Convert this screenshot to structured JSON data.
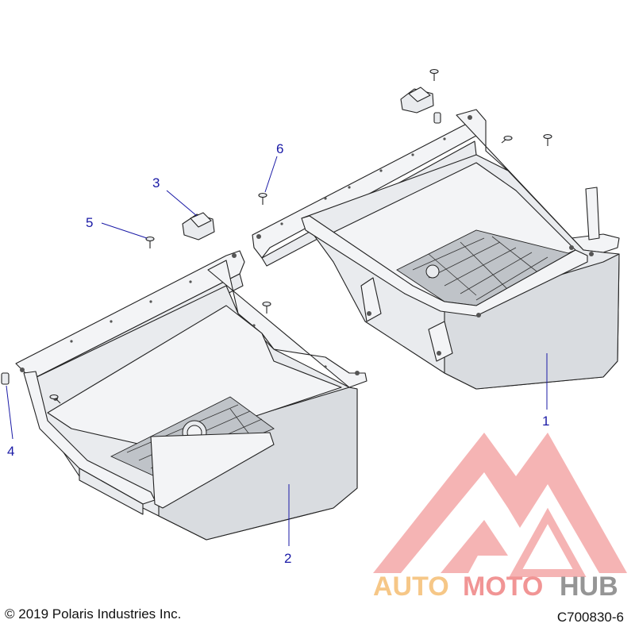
{
  "callouts": [
    {
      "id": "1",
      "label": "1"
    },
    {
      "id": "2",
      "label": "2"
    },
    {
      "id": "3",
      "label": "3"
    },
    {
      "id": "4",
      "label": "4"
    },
    {
      "id": "5",
      "label": "5"
    },
    {
      "id": "6",
      "label": "6"
    }
  ],
  "footer": {
    "copyright": "© 2019 Polaris Industries Inc.",
    "drawing_code": "C700830-6"
  },
  "watermark": {
    "text_part1": "AUTO",
    "text_part2": "MOTO",
    "text_part3": "HUB",
    "colors": {
      "auto": "#f5c17a",
      "moto": "#f08a8a",
      "hub": "#8a8a8a",
      "logo": "#f08a8a"
    }
  },
  "colors": {
    "callout": "#1a1aa6"
  }
}
